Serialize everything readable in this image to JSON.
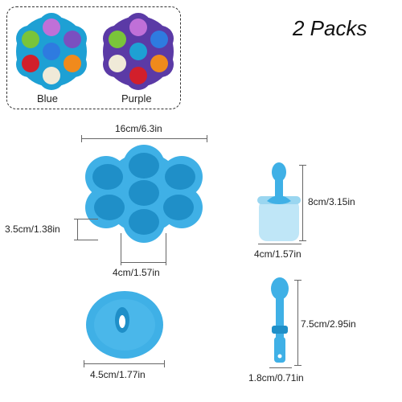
{
  "headline": "2 Packs",
  "variants": [
    {
      "label": "Blue",
      "tray_color": "#1ea0d4"
    },
    {
      "label": "Purple",
      "tray_color": "#5b3aa6"
    }
  ],
  "dimensions": {
    "mold_width": "16cm/6.3in",
    "mold_height": "3.5cm/1.38in",
    "cup_diameter": "4cm/1.57in",
    "lid_diameter": "4.5cm/1.77in",
    "pop_height": "8cm/3.15in",
    "pop_width": "4cm/1.57in",
    "stick_length": "7.5cm/2.95in",
    "stick_width": "1.8cm/0.71in"
  },
  "colors": {
    "mold_blue": "#3fb0e6",
    "mold_dark": "#1f8fc8",
    "pop_light": "#bfe6f7"
  }
}
